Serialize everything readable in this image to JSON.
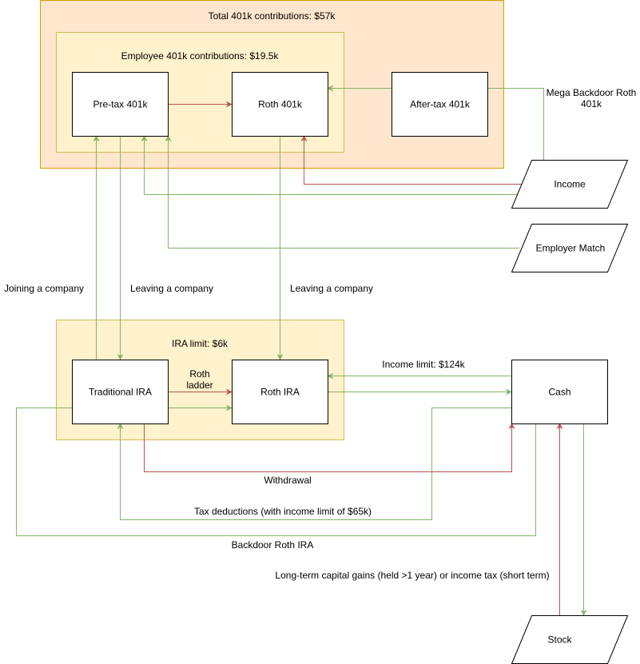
{
  "diagram": {
    "groups": {
      "total_401k": "Total 401k contributions: $57k",
      "employee_401k": "Employee 401k contributions: $19.5k",
      "ira_limit": "IRA limit: $6k"
    },
    "nodes": {
      "pretax_401k": "Pre-tax 401k",
      "roth_401k": "Roth 401k",
      "aftertax_401k": "After-tax 401k",
      "traditional_ira": "Traditional IRA",
      "roth_ira": "Roth IRA",
      "cash": "Cash",
      "income": "Income",
      "employer_match": "Employer Match",
      "stock": "Stock"
    },
    "edge_labels": {
      "mega_backdoor_line1": "Mega Backdoor Roth",
      "mega_backdoor_line2": "401k",
      "joining_company": "Joining a company",
      "leaving_company_pretax": "Leaving a company",
      "leaving_company_roth": "Leaving a company",
      "roth_ladder_line1": "Roth",
      "roth_ladder_line2": "ladder",
      "income_limit": "Income limit: $124k",
      "withdrawal": "Withdrawal",
      "tax_deductions": "Tax deductions (with income limit of $65k)",
      "backdoor_roth_ira": "Backdoor Roth IRA",
      "capital_gains": "Long-term capital gains (held >1 year) or income tax (short term)"
    },
    "colors": {
      "green_edge": "#82b366",
      "red_edge": "#b85450",
      "outer_fill": "#ffe6cc",
      "outer_stroke": "#d79b00",
      "inner_fill": "#fff2cc",
      "inner_stroke": "#d6b656"
    }
  }
}
